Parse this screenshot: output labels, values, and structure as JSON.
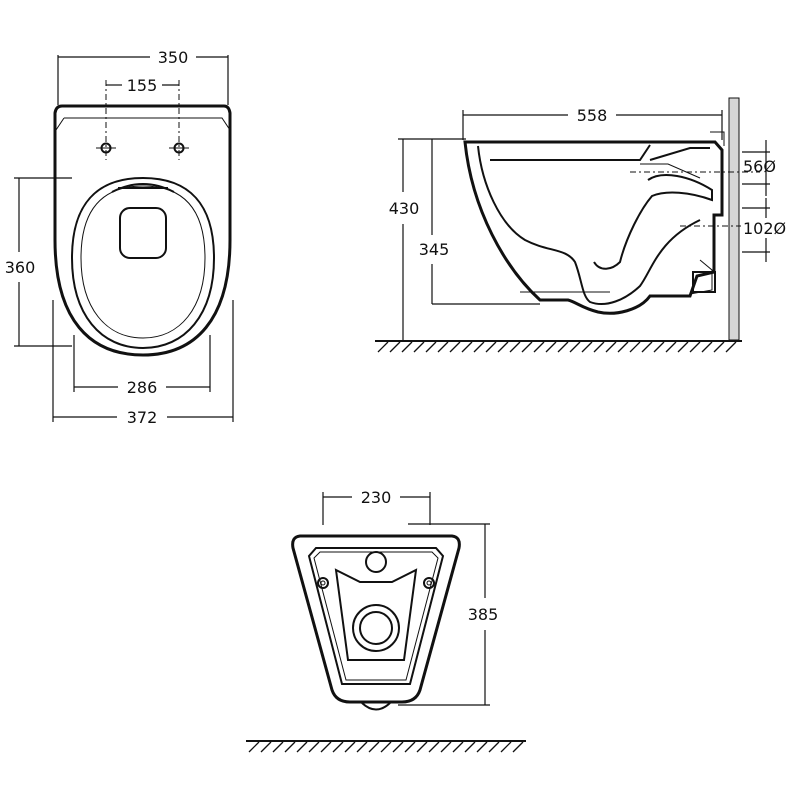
{
  "top_view": {
    "width_label": "350",
    "bolt_spacing_label": "155",
    "depth_label": "360",
    "inner_width_label": "286",
    "outer_width_label": "372"
  },
  "side_view": {
    "length_label": "558",
    "height_label": "430",
    "inner_height_label": "345",
    "inlet_label": "56Ø",
    "outlet_label": "102Ø"
  },
  "back_view": {
    "width_label": "230",
    "height_label": "385"
  },
  "colors": {
    "line": "#111111",
    "background": "#ffffff"
  }
}
